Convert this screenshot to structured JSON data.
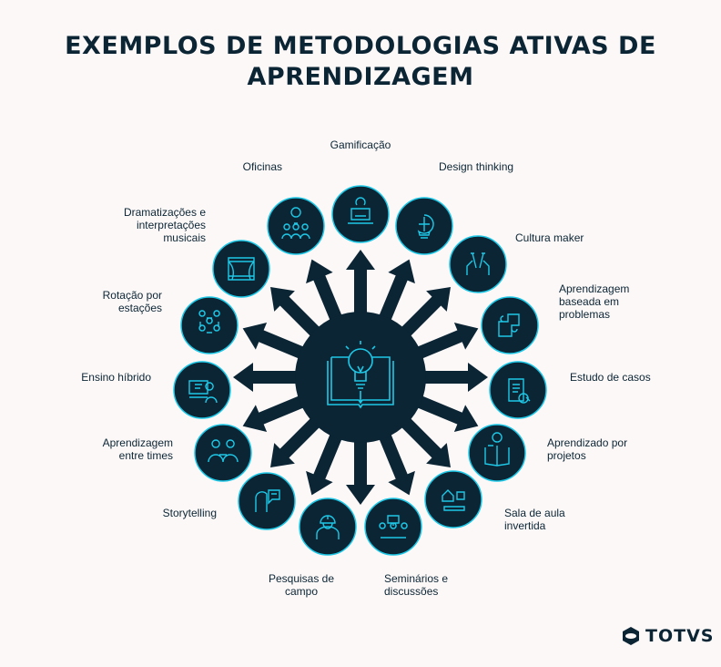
{
  "title": "EXEMPLOS DE METODOLOGIAS ATIVAS DE APRENDIZAGEM",
  "colors": {
    "dark": "#0b2535",
    "accent": "#1ec8e6",
    "background": "#fcf8f7"
  },
  "center": {
    "icon": "book-lightbulb-icon"
  },
  "methods": [
    {
      "label": "Gamificação",
      "icon": "gamer-icon"
    },
    {
      "label": "Design thinking",
      "icon": "brain-bulb-icon"
    },
    {
      "label": "Cultura maker",
      "icon": "tools-hands-icon"
    },
    {
      "label": "Aprendizagem baseada em problemas",
      "icon": "puzzle-icon"
    },
    {
      "label": "Estudo de casos",
      "icon": "document-search-icon"
    },
    {
      "label": "Aprendizado por projetos",
      "icon": "book-gear-icon"
    },
    {
      "label": "Sala de aula invertida",
      "icon": "home-desk-icon"
    },
    {
      "label": "Seminários e discussões",
      "icon": "presentation-group-icon"
    },
    {
      "label": "Pesquisas de campo",
      "icon": "worker-icon"
    },
    {
      "label": "Storytelling",
      "icon": "storyteller-icon"
    },
    {
      "label": "Aprendizagem entre times",
      "icon": "team-icon"
    },
    {
      "label": "Ensino híbrido",
      "icon": "online-class-icon"
    },
    {
      "label": "Rotação por estações",
      "icon": "rotation-icon"
    },
    {
      "label": "Dramatizações e interpretações musicais",
      "icon": "theater-stage-icon"
    },
    {
      "label": "Oficinas",
      "icon": "workshop-idea-icon"
    }
  ],
  "logo": {
    "text": "TOTVS"
  }
}
